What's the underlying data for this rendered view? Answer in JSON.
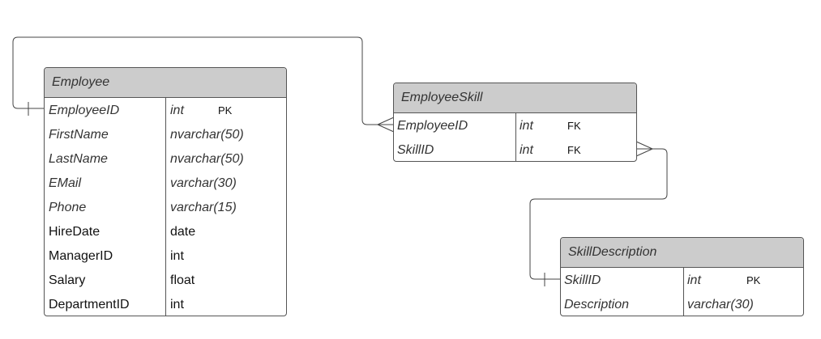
{
  "entities": {
    "employee": {
      "title": "Employee",
      "rows": [
        {
          "name": "EmployeeID",
          "type": "int",
          "key": "PK"
        },
        {
          "name": "FirstName",
          "type": "nvarchar(50)",
          "key": ""
        },
        {
          "name": "LastName",
          "type": "nvarchar(50)",
          "key": ""
        },
        {
          "name": "EMail",
          "type": "varchar(30)",
          "key": ""
        },
        {
          "name": "Phone",
          "type": "varchar(15)",
          "key": ""
        },
        {
          "name": "HireDate",
          "type": "date",
          "key": ""
        },
        {
          "name": "ManagerID",
          "type": "int",
          "key": ""
        },
        {
          "name": "Salary",
          "type": "float",
          "key": ""
        },
        {
          "name": "DepartmentID",
          "type": "int",
          "key": ""
        }
      ]
    },
    "employee_skill": {
      "title": "EmployeeSkill",
      "rows": [
        {
          "name": "EmployeeID",
          "type": "int",
          "key": "FK"
        },
        {
          "name": "SkillID",
          "type": "int",
          "key": "FK"
        }
      ]
    },
    "skill_description": {
      "title": "SkillDescription",
      "rows": [
        {
          "name": "SkillID",
          "type": "int",
          "key": "PK"
        },
        {
          "name": "Description",
          "type": "varchar(30)",
          "key": ""
        }
      ]
    }
  },
  "relationships": [
    {
      "from": "Employee.EmployeeID",
      "to": "EmployeeSkill.EmployeeID",
      "from_end": "one",
      "to_end": "many"
    },
    {
      "from": "SkillDescription.SkillID",
      "to": "EmployeeSkill.SkillID",
      "from_end": "one",
      "to_end": "many"
    }
  ],
  "colors": {
    "header_fill": "#cccccc",
    "border": "#555555",
    "line": "#444444",
    "text": "#333333"
  }
}
